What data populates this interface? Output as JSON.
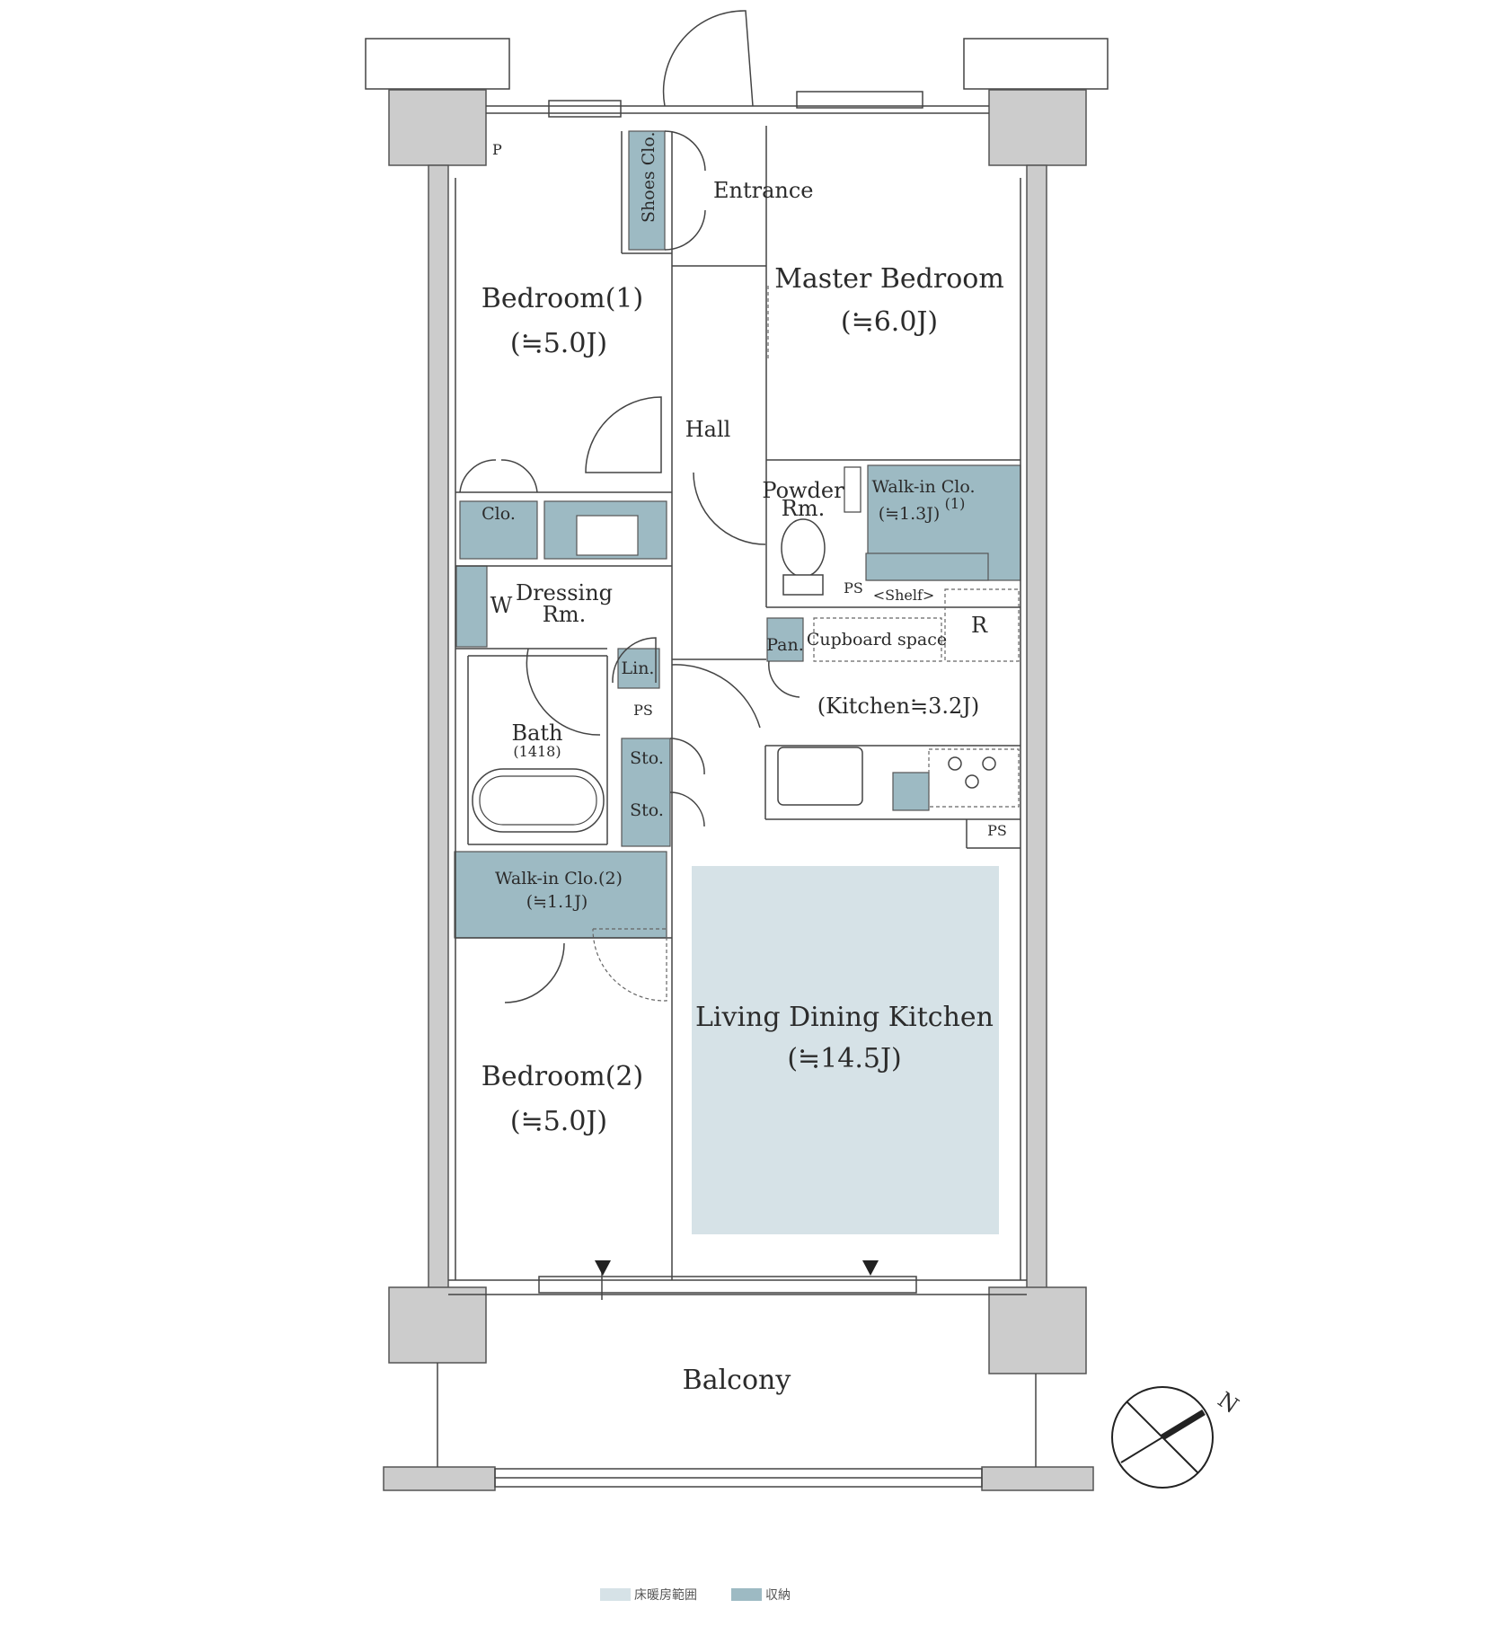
{
  "rooms": {
    "entrance": "Entrance",
    "shoes_closet": "Shoes Clo.",
    "master_bedroom": "Master Bedroom",
    "master_bedroom_size": "(≒6.0J)",
    "bedroom1": "Bedroom(1)",
    "bedroom1_size": "(≒5.0J)",
    "hall": "Hall",
    "powder_room_line1": "Powder",
    "powder_room_line2": "Rm.",
    "walkin1_line1": "Walk-in Clo.",
    "walkin1_num": "(1)",
    "walkin1_size": "(≒1.3J)",
    "closet": "Clo.",
    "ps": "PS",
    "shelf": "<Shelf>",
    "washer": "W",
    "dressing_line1": "Dressing",
    "dressing_line2": "Rm.",
    "pantry": "Pan.",
    "cupboard_space": "Cupboard space",
    "refrigerator": "R",
    "linen": "Lin.",
    "kitchen": "(Kitchen≒3.2J)",
    "bath": "Bath",
    "bath_size": "(1418)",
    "storage1": "Sto.",
    "storage2": "Sto.",
    "walkin2": "Walk-in Clo.(2)",
    "walkin2_size": "(≒1.1J)",
    "ldk": "Living Dining Kitchen",
    "ldk_size": "(≒14.5J)",
    "bedroom2": "Bedroom(2)",
    "bedroom2_size": "(≒5.0J)",
    "balcony": "Balcony",
    "p_mark": "P"
  },
  "compass": {
    "label": "N"
  },
  "legend": {
    "floor_heating": "床暖房範囲",
    "storage": "収納"
  },
  "colors": {
    "storage": "#9dbac3",
    "floor_heating": "#d6e2e7",
    "wall": "#cccccc",
    "line": "#444444"
  }
}
